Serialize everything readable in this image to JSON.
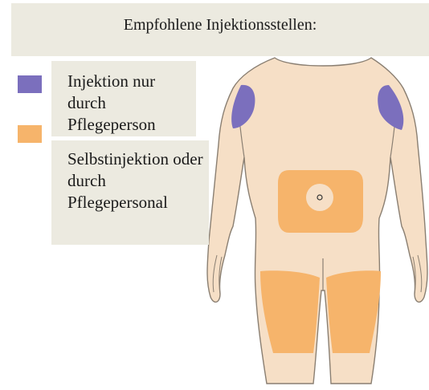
{
  "title": "Empfohlene Injektionsstellen:",
  "legend": [
    {
      "label": "Injektion nur durch Pflegeperson",
      "color": "#7b6fbd"
    },
    {
      "label": "Selbstinjektion oder durch Pflegepersonal",
      "color": "#f6b46b"
    }
  ],
  "colors": {
    "body_fill": "#f6dfc6",
    "body_outline": "#8a7f72",
    "caption_bg": "#eceae0"
  }
}
